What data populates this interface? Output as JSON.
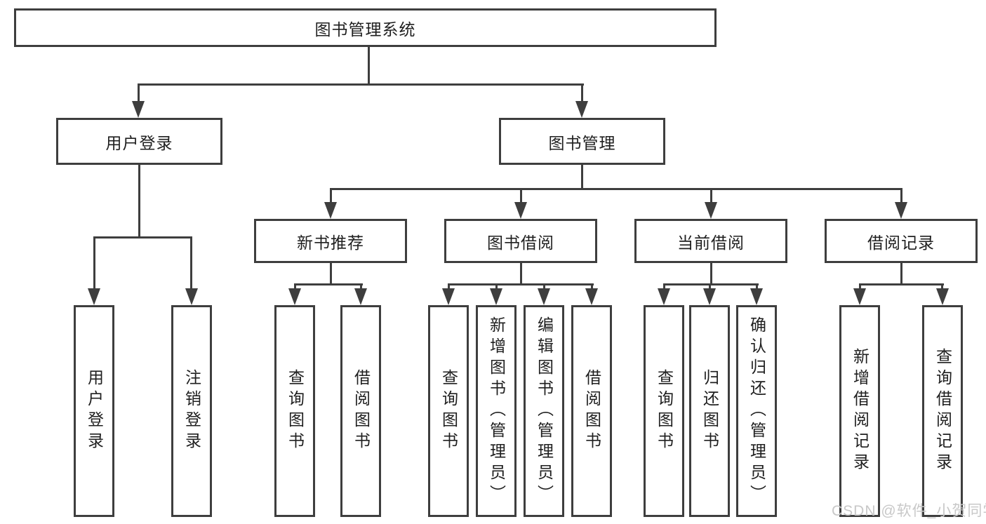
{
  "diagram": {
    "title": "图书管理系统",
    "branches": [
      {
        "label": "用户登录",
        "children": [
          {
            "label": "用户登录"
          },
          {
            "label": "注销登录"
          }
        ]
      },
      {
        "label": "图书管理",
        "children": [
          {
            "label": "新书推荐",
            "children": [
              {
                "label": "查询图书"
              },
              {
                "label": "借阅图书"
              }
            ]
          },
          {
            "label": "图书借阅",
            "children": [
              {
                "label": "查询图书"
              },
              {
                "label": "新增图书（管理员）"
              },
              {
                "label": "编辑图书（管理员）"
              },
              {
                "label": "借阅图书"
              }
            ]
          },
          {
            "label": "当前借阅",
            "children": [
              {
                "label": "查询图书"
              },
              {
                "label": "归还图书"
              },
              {
                "label": "确认归还（管理员）"
              }
            ]
          },
          {
            "label": "借阅记录",
            "children": [
              {
                "label": "新增借阅记录"
              },
              {
                "label": "查询借阅记录"
              }
            ]
          }
        ]
      }
    ]
  },
  "watermark": {
    "text": "CSDN @软件_小贺同学"
  },
  "colors": {
    "line": "#3e3e3e",
    "text": "#1f1f1f",
    "node_background": "#ffffff",
    "page_background": "#ffffff",
    "watermark_text": "#c8c8c8"
  }
}
